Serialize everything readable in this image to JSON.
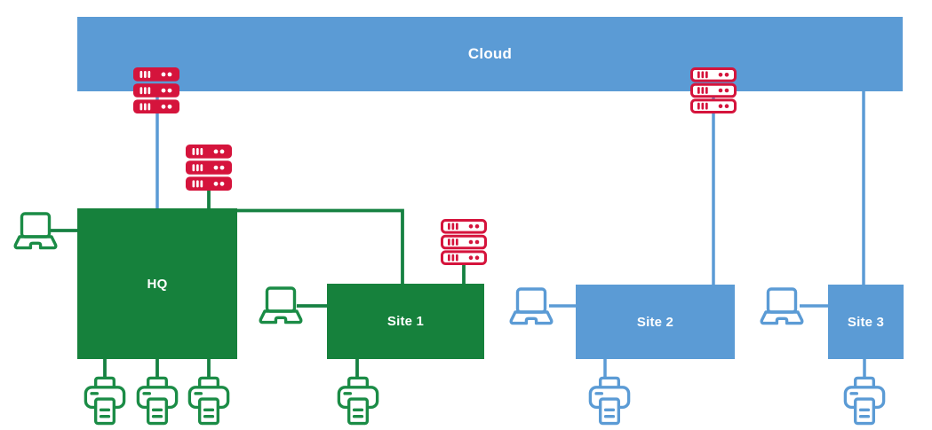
{
  "cloud": {
    "label": "Cloud",
    "fill": "#5b9bd5",
    "text_color": "#ffffff"
  },
  "sites": [
    {
      "id": "hq",
      "label": "HQ",
      "fill": "#16813c",
      "text_color": "#ffffff"
    },
    {
      "id": "site1",
      "label": "Site 1",
      "fill": "#16813c",
      "text_color": "#ffffff"
    },
    {
      "id": "site2",
      "label": "Site 2",
      "fill": "#5b9bd5",
      "text_color": "#ffffff"
    },
    {
      "id": "site3",
      "label": "Site 3",
      "fill": "#5b9bd5",
      "text_color": "#ffffff"
    }
  ],
  "devices": {
    "servers": [
      {
        "icon": "server-rack-icon",
        "style": "filled",
        "color": "#d5143c",
        "position": "on cloud edge, linked to HQ"
      },
      {
        "icon": "server-rack-icon",
        "style": "filled",
        "color": "#d5143c",
        "position": "above HQ"
      },
      {
        "icon": "server-rack-icon",
        "style": "outline",
        "color": "#d5143c",
        "position": "above Site 1"
      },
      {
        "icon": "server-rack-icon",
        "style": "outline",
        "color": "#d5143c",
        "position": "on cloud edge, linked to Site 2"
      }
    ],
    "laptops": [
      {
        "icon": "laptop-icon",
        "color": "#1b8c46",
        "linked_to": "HQ"
      },
      {
        "icon": "laptop-icon",
        "color": "#1b8c46",
        "linked_to": "Site 1"
      },
      {
        "icon": "laptop-icon",
        "color": "#5b9bd5",
        "linked_to": "Site 2"
      },
      {
        "icon": "laptop-icon",
        "color": "#5b9bd5",
        "linked_to": "Site 3"
      }
    ],
    "printers": [
      {
        "icon": "printer-icon",
        "color": "#1b8c46",
        "linked_to": "HQ"
      },
      {
        "icon": "printer-icon",
        "color": "#1b8c46",
        "linked_to": "HQ"
      },
      {
        "icon": "printer-icon",
        "color": "#1b8c46",
        "linked_to": "HQ"
      },
      {
        "icon": "printer-icon",
        "color": "#1b8c46",
        "linked_to": "Site 1"
      },
      {
        "icon": "printer-icon",
        "color": "#5b9bd5",
        "linked_to": "Site 2"
      },
      {
        "icon": "printer-icon",
        "color": "#5b9bd5",
        "linked_to": "Site 3"
      }
    ]
  },
  "colors": {
    "cloud_blue": "#5b9bd5",
    "site_green": "#16813c",
    "icon_green": "#1b8c46",
    "wire_green": "#168142",
    "server_red": "#d5143c",
    "label_text": "#ffffff",
    "background": "#ffffff"
  }
}
